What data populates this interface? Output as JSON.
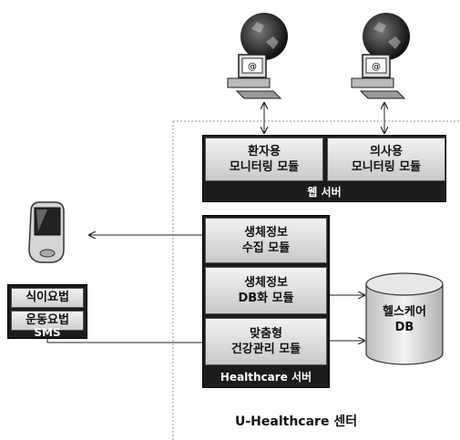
{
  "web_server": {
    "label": "웹 서버",
    "patient_module": [
      "환자용",
      "모니터링 모듈"
    ],
    "doctor_module": [
      "의사용",
      "모니터링 모듈"
    ]
  },
  "healthcare_server": {
    "label": "Healthcare 서버",
    "modules": [
      [
        "생체정보",
        "수집 모듈"
      ],
      [
        "생체정보",
        "DB화 모듈"
      ],
      [
        "맞춤형",
        "건강관리 모듈"
      ]
    ]
  },
  "database": [
    "헬스케어",
    "DB"
  ],
  "sms": {
    "items": [
      "식이요법",
      "운동요법"
    ],
    "label": "SMS"
  },
  "center_label": "U-Healthcare 센터"
}
